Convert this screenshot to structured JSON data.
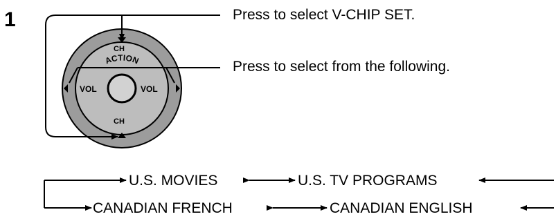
{
  "step_number": "1",
  "callouts": {
    "select_vchip": "Press to select V-CHIP SET.",
    "select_following": "Press to select from the following."
  },
  "remote": {
    "ch_top": "CH",
    "ch_bottom": "CH",
    "vol_left": "VOL",
    "vol_right": "VOL",
    "action": "ACTION"
  },
  "menu_cycle": {
    "row1": [
      "U.S. MOVIES",
      "U.S. TV PROGRAMS"
    ],
    "row2": [
      "CANADIAN FRENCH",
      "CANADIAN ENGLISH"
    ]
  }
}
